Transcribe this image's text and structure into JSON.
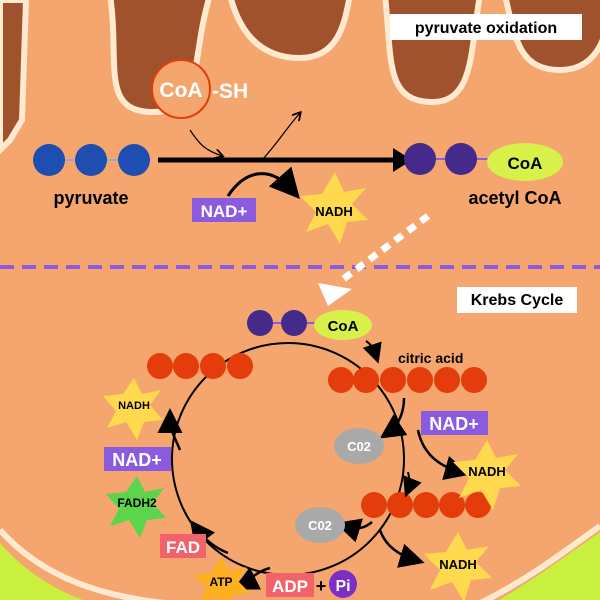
{
  "sections": {
    "top_title": "pyruvate oxidation",
    "bottom_title": "Krebs Cycle"
  },
  "pyruvate_oxidation": {
    "coa_sh_circle": "CoA",
    "coa_sh_suffix": "-SH",
    "pyruvate_label": "pyruvate",
    "nad_plus": "NAD+",
    "nadh": "NADH",
    "coa_pill": "CoA",
    "acetyl_coa_label": "acetyl CoA"
  },
  "krebs": {
    "coa_pill": "CoA",
    "citric_acid_label": "citric acid",
    "nad_plus_1": "NAD+",
    "nadh_1": "NADH",
    "co2_1": "C02",
    "co2_2": "C02",
    "nadh_2": "NADH",
    "adp": "ADP",
    "plus": "+",
    "pi": "Pi",
    "atp": "ATP",
    "fad": "FAD",
    "fadh2": "FADH2",
    "nad_plus_2": "NAD+",
    "nadh_3": "NADH"
  },
  "colors": {
    "background": "#F4A66E",
    "cristae": "#A0522D",
    "cristae_edge": "#FFE9CF",
    "pyruvate_carbon": "#1E4FB0",
    "acetyl_carbon": "#452A8C",
    "coa_green": "#D8F04A",
    "citrate_carbon": "#E43D0B",
    "nad_purple": "#8A5ADF",
    "star_yellow": "#FFD94E",
    "co2_gray": "#A9A9A9",
    "adp_pink": "#F0636B",
    "pi_purple": "#7B2FC4",
    "fadh2_green": "#5CD44B",
    "atp_orange": "#FFB020",
    "divider": "#8A5ADF",
    "corner_green": "#C9EF3F"
  }
}
